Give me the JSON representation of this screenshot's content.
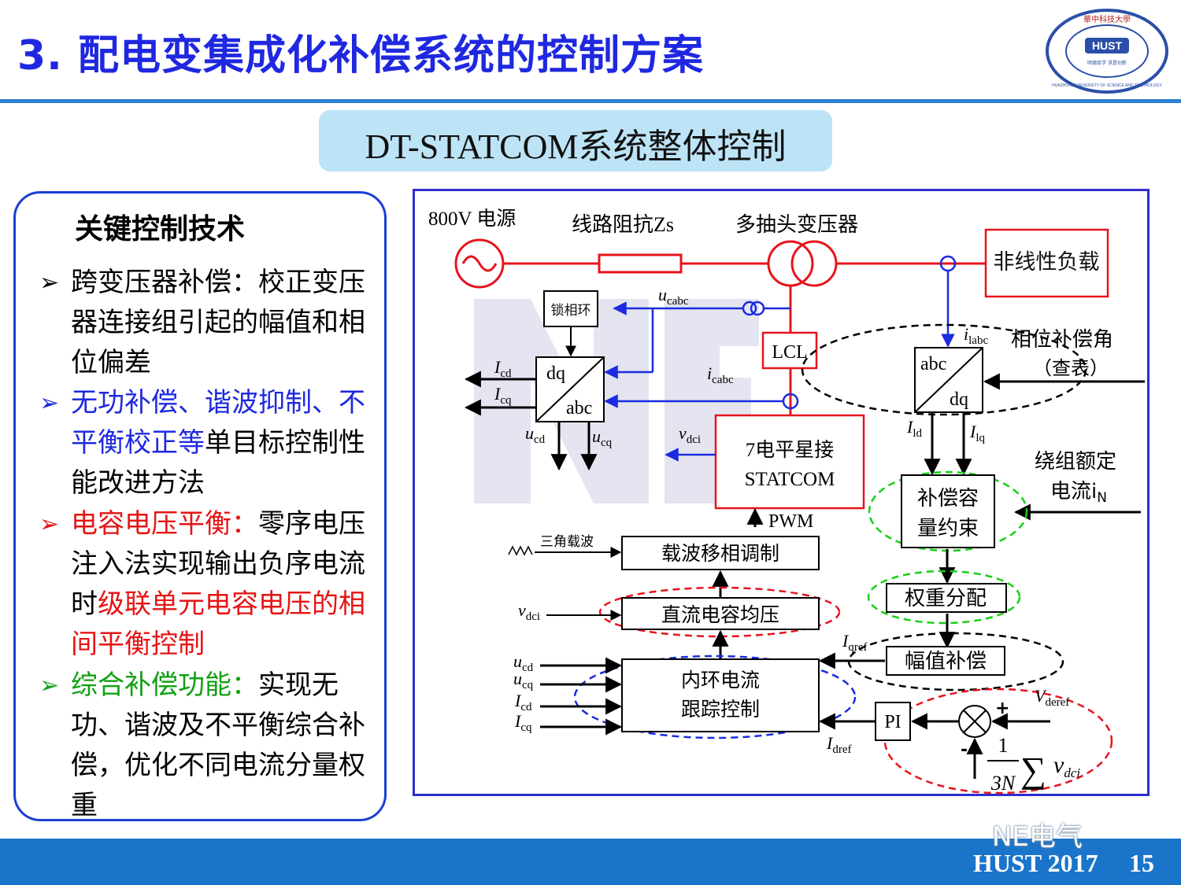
{
  "title": "3. 配电变集成化补偿系统的控制方案",
  "subtitle": "DT-STATCOM系统整体控制",
  "logo": {
    "top_text": "華中科技大學",
    "side_text": "HUAZHONG UNIVERSITY OF SCIENCE AND TECHNOLOGY",
    "mark": "HUST",
    "motto": "明德厚学 求是创新"
  },
  "panel": {
    "heading": "关键控制技术",
    "item1": {
      "lead": "跨变压器补偿：校正变压器连接组引起的幅值和相位偏差"
    },
    "item2": {
      "colored": "无功补偿、谐波抑制、不平衡校正等",
      "rest": "单目标控制性能改进方法"
    },
    "item3": {
      "colored": "电容电压平衡：",
      "mid": "零序电压注入法实现输出负序电流时",
      "colored2": "级联单元电容电压的相间平衡控制"
    },
    "item4": {
      "colored": "综合补偿功能：",
      "rest": "实现无功、谐波及不平衡综合补偿，优化不同电流分量权重"
    }
  },
  "diagram": {
    "source_label": "800V 电源",
    "line_label": "线路阻抗Zs",
    "transformer_label": "多抽头变压器",
    "load_label": "非线性负载",
    "pll_label": "锁相环",
    "lcl_label": "LCL",
    "ucabc": "u",
    "ucabc_sub": "cabc",
    "icabc": "i",
    "icabc_sub": "cabc",
    "ilabc": "i",
    "ilabc_sub": "labc",
    "dq": "dq",
    "abc": "abc",
    "icd": "I",
    "icd_sub": "cd",
    "icq": "I",
    "icq_sub": "cq",
    "ucd": "u",
    "ucd_sub": "cd",
    "ucq": "u",
    "ucq_sub": "cq",
    "vdci": "v",
    "vdci_sub": "dci",
    "statcom_line1": "7电平星接",
    "statcom_line2": "STATCOM",
    "pwm": "PWM",
    "carrier_label": "三角载波",
    "carrier_block": "载波移相调制",
    "dc_balance_block": "直流电容均压",
    "inner_loop_line1": "内环电流",
    "inner_loop_line2": "跟踪控制",
    "phase_comp_line1": "相位补偿角",
    "phase_comp_line2": "（查表）",
    "ild": "I",
    "ild_sub": "ld",
    "ilq": "I",
    "ilq_sub": "lq",
    "rated_line1": "绕组额定",
    "rated_line2": "电流i",
    "rated_sub": "N",
    "capacity_line1": "补偿容",
    "capacity_line2": "量约束",
    "weight_block": "权重分配",
    "amp_block": "幅值补偿",
    "iqref": "I",
    "iqref_sub": "qref",
    "idref": "I",
    "idref_sub": "dref",
    "pi": "PI",
    "vderef": "V",
    "vderef_sub": "deref",
    "plus": "+",
    "minus": "-",
    "formula_num": "1",
    "formula_den": "3N",
    "sigma": "∑"
  },
  "footer": {
    "text": "HUST 2017",
    "page": "15"
  },
  "wechat_label": "NE电气",
  "colors": {
    "title": "#1f28e0",
    "accent_blue": "#1f28e0",
    "accent_red": "#e61414",
    "accent_green": "#12a012",
    "footer": "#1a74c9"
  }
}
